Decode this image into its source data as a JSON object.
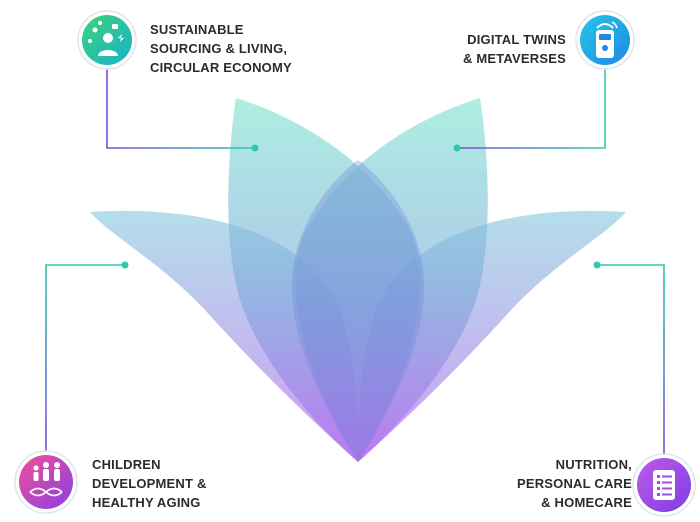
{
  "topics": [
    {
      "id": "sustainable",
      "lines": [
        "SUSTAINABLE",
        "SOURCING & LIVING,",
        "CIRCULAR ECONOMY"
      ],
      "icon": "sustainability-people-icon",
      "gradient": [
        "#3fd17a",
        "#16b3c9"
      ]
    },
    {
      "id": "digital",
      "lines": [
        "DIGITAL TWINS",
        "& METAVERSES"
      ],
      "icon": "smart-device-icon",
      "gradient": [
        "#26c6e6",
        "#1e88e5"
      ]
    },
    {
      "id": "children",
      "lines": [
        "CHILDREN",
        "DEVELOPMENT &",
        "HEALTHY AGING"
      ],
      "icon": "family-dna-icon",
      "gradient": [
        "#f0509a",
        "#8a3fe0"
      ]
    },
    {
      "id": "nutrition",
      "lines": [
        "NUTRITION,",
        "PERSONAL CARE",
        "& HOMECARE"
      ],
      "icon": "document-checklist-icon",
      "gradient": [
        "#c05ae8",
        "#7b3fe4"
      ]
    }
  ],
  "colors": {
    "petal_top": "#8ee8d6",
    "petal_bottom": "#b56cf0",
    "connector_teal": "#2dc9a8",
    "connector_purple": "#7a4be0"
  }
}
